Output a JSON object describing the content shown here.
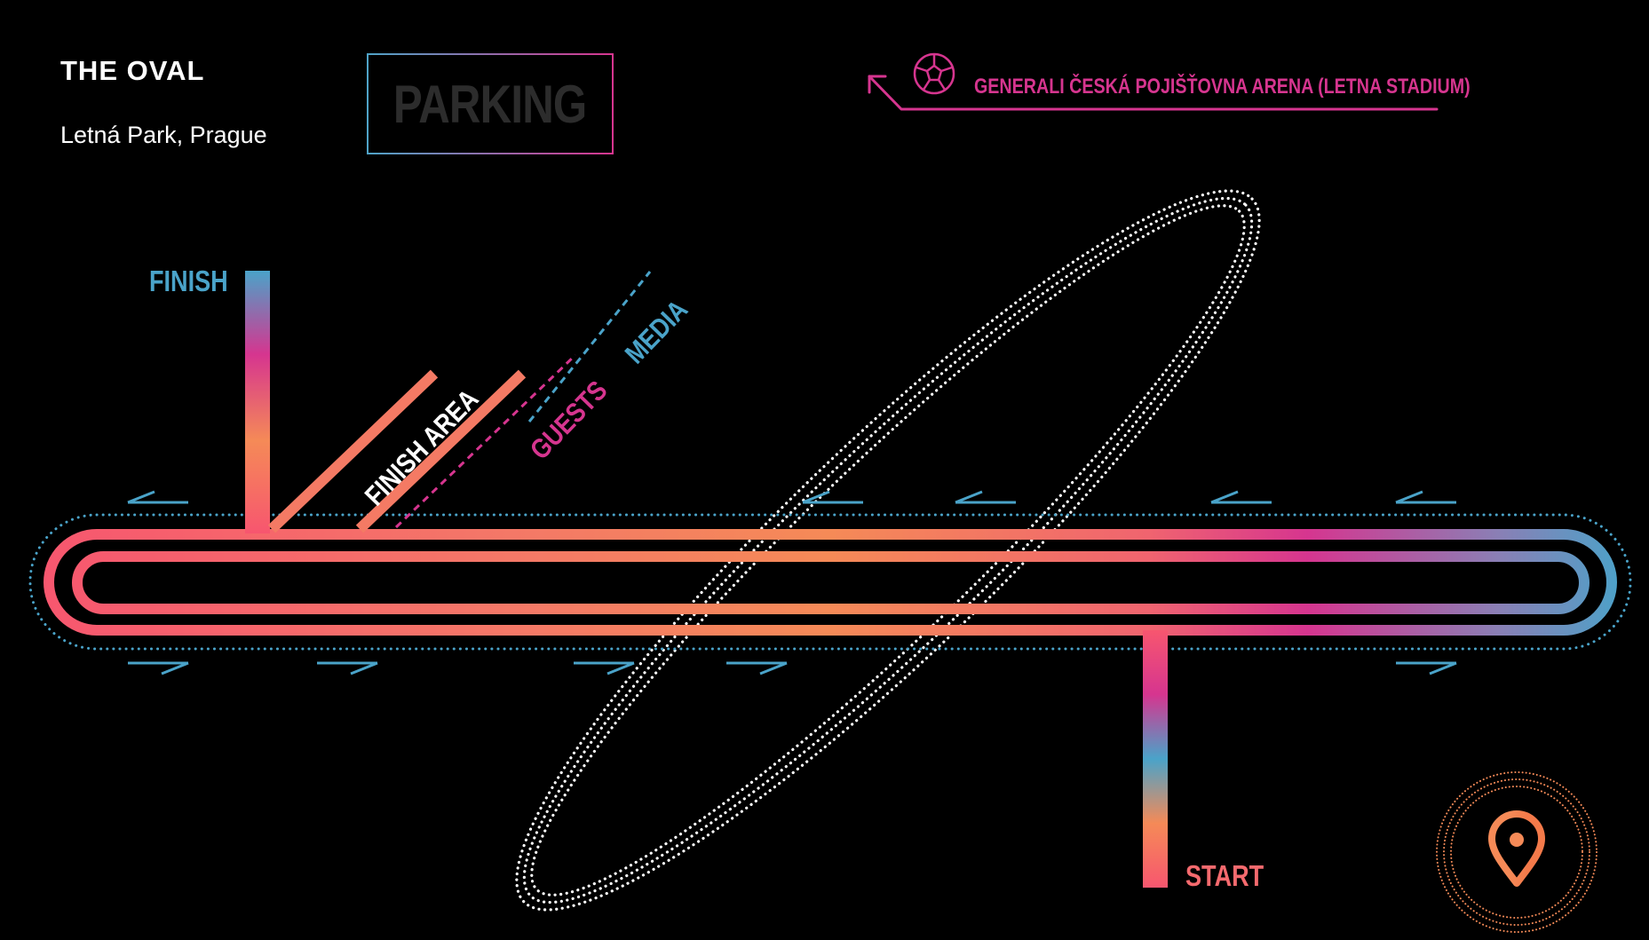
{
  "header": {
    "title": "THE OVAL",
    "subtitle": "Letná Park, Prague"
  },
  "parking": {
    "label": "PARKING"
  },
  "stadium": {
    "label": "GENERALI ČESKÁ POJIŠŤOVNA ARENA (LETNA STADIUM)",
    "icon": "soccer-ball-icon",
    "direction_icon": "arrow-up-left-icon"
  },
  "track": {
    "finish_label": "FINISH",
    "start_label": "START",
    "finish_area_label": "FINISH AREA",
    "guests_label": "GUESTS",
    "media_label": "MEDIA",
    "direction_arrows_top": "left",
    "direction_arrows_bottom": "right"
  },
  "location": {
    "icon": "map-pin-icon"
  },
  "colors": {
    "background": "#000000",
    "blue": "#4aa3c9",
    "magenta": "#d6358f",
    "orange": "#f58a57",
    "coral": "#f56a6e",
    "parking_text": "#2c2c2c",
    "dotted_oval": "#ffffff"
  }
}
